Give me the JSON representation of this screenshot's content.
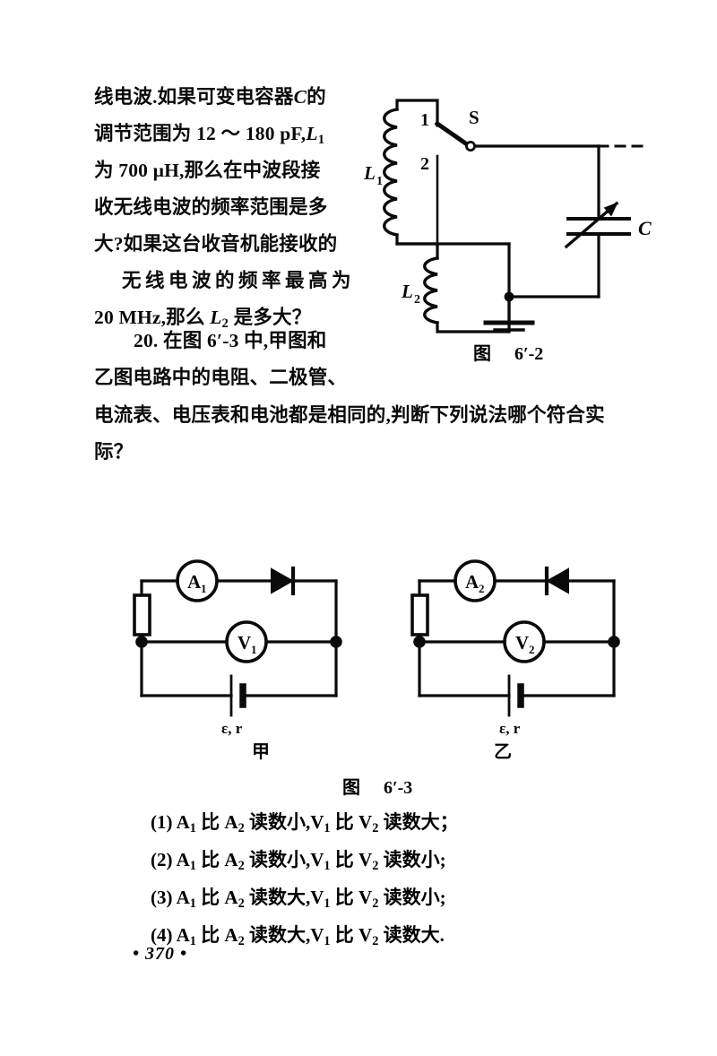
{
  "page": {
    "number_text": "• 370 •",
    "background": "#ffffff",
    "ink": "#0a0a0a"
  },
  "paragraph_19_tail": {
    "lines": [
      "线电波.如果可变电容器C的",
      "调节范围为 12 ～ 180 pF,L₁",
      "为 700 μH,那么在中波段接",
      "收无线电波的频率范围是多",
      "大?如果这台收音机能接收的",
      "无线电波的频率最高为",
      "20 MHz,那么 L₂ 是多大?"
    ],
    "l1_inductance": "700 μH",
    "capacitor_range": "12 ～ 180 pF",
    "max_frequency": "20 MHz"
  },
  "problem_20": {
    "number": "20.",
    "lines": [
      "20. 在图 6′-3 中,甲图和",
      "乙图电路中的电阻、二极管、",
      "电流表、电压表和电池都是相同的,判断下列说法哪个符合实",
      "际?"
    ],
    "options": [
      "(1) A₁ 比 A₂ 读数小,V₁ 比 V₂ 读数大；",
      "(2) A₁ 比 A₂ 读数小,V₁ 比 V₂ 读数小;",
      "(3) A₁ 比 A₂ 读数大,V₁ 比 V₂ 读数小;",
      "(4) A₁ 比 A₂ 读数大,V₁ 比 V₂ 读数大."
    ]
  },
  "figure_6_2": {
    "caption_prefix": "图",
    "caption_number": "6′-2",
    "labels": {
      "l1": "L",
      "l1_sub": "1",
      "l2": "L",
      "l2_sub": "2",
      "tap1": "1",
      "tap2": "2",
      "switch": "S",
      "capacitor": "C"
    }
  },
  "figure_6_3": {
    "caption_prefix": "图",
    "caption_number": "6′-3",
    "sub_labels": {
      "left": "甲",
      "right": "乙"
    },
    "left_circuit": {
      "ammeter": "A",
      "ammeter_sub": "1",
      "voltmeter": "V",
      "voltmeter_sub": "1",
      "battery": "ε, r",
      "diode_direction": "right"
    },
    "right_circuit": {
      "ammeter": "A",
      "ammeter_sub": "2",
      "voltmeter": "V",
      "voltmeter_sub": "2",
      "battery": "ε, r",
      "diode_direction": "left"
    }
  }
}
